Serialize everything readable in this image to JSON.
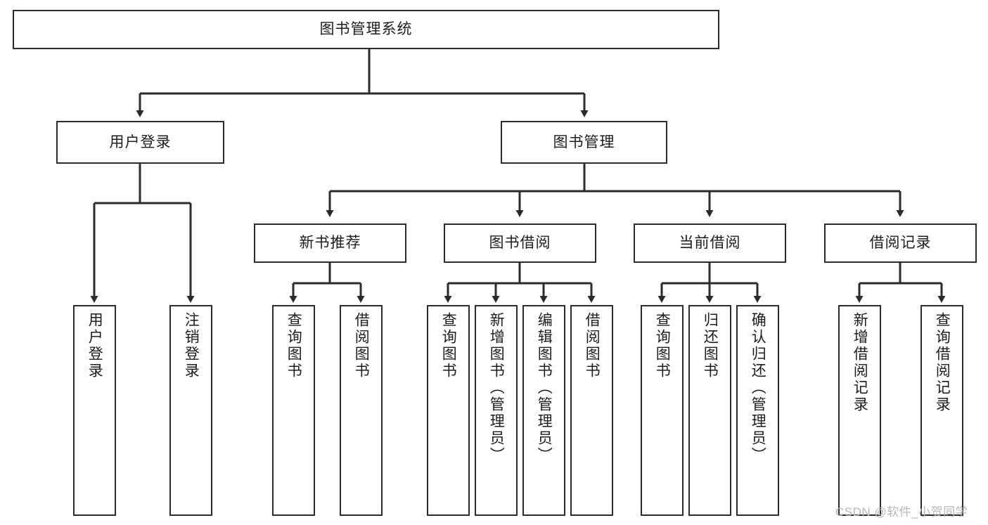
{
  "diagram": {
    "type": "tree-hierarchy",
    "title": "图书管理系统",
    "root": {
      "label": "图书管理系统"
    },
    "level2": [
      {
        "label": "用户登录"
      },
      {
        "label": "图书管理"
      }
    ],
    "level3": [
      {
        "label": "新书推荐"
      },
      {
        "label": "图书借阅"
      },
      {
        "label": "当前借阅"
      },
      {
        "label": "借阅记录"
      }
    ],
    "leaves": {
      "user_login": [
        {
          "label": "用户登录"
        },
        {
          "label": "注销登录"
        }
      ],
      "new_book_recommend": [
        {
          "label": "查询图书"
        },
        {
          "label": "借阅图书"
        }
      ],
      "book_borrow": [
        {
          "label": "查询图书"
        },
        {
          "label": "新增图书（管理员）"
        },
        {
          "label": "编辑图书（管理员）"
        },
        {
          "label": "借阅图书"
        }
      ],
      "current_borrow": [
        {
          "label": "查询图书"
        },
        {
          "label": "归还图书"
        },
        {
          "label": "确认归还（管理员）"
        }
      ],
      "borrow_record": [
        {
          "label": "新增借阅记录"
        },
        {
          "label": "查询借阅记录"
        }
      ]
    }
  },
  "watermark": {
    "text": "CSDN @软件_小贺同学"
  },
  "colors": {
    "box_border": "#2b2b2b",
    "box_fill": "#ffffff",
    "line": "#2b2b2b",
    "text": "#1c1c1c",
    "watermark": "#b7b7b7"
  }
}
